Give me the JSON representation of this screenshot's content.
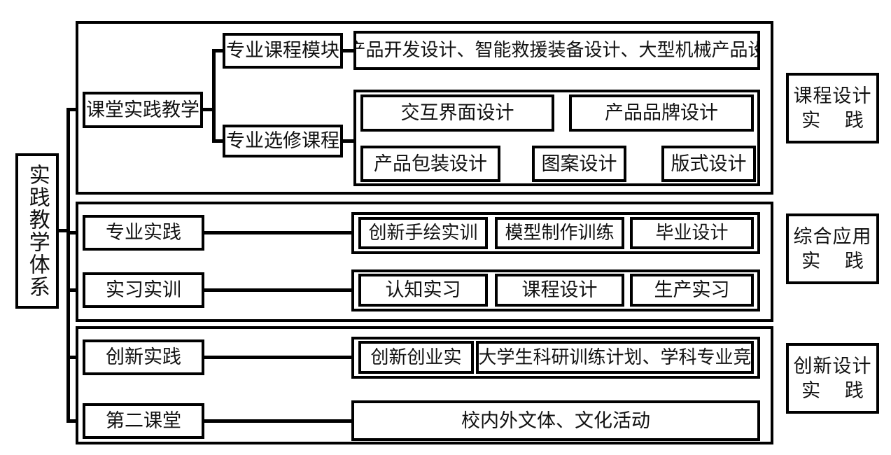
{
  "diagram": {
    "title_root": "实践教学体系",
    "branches": [
      {
        "id": "classroom",
        "label": "课堂实践教学",
        "right_label_line1": "课程设计",
        "right_label_line2": "实 践",
        "subgroups": [
          {
            "id": "major-course-module",
            "label": "专业课程模块",
            "items": [
              "产品开发设计、智能救援装备设计、大型机械产品设"
            ]
          },
          {
            "id": "major-elective-course",
            "label": "专业选修课程",
            "items": [
              "交互界面设计",
              "产品品牌设计",
              "产品包装设计",
              "图案设计",
              "版式设计"
            ]
          }
        ]
      },
      {
        "id": "comprehensive",
        "right_label_line1": "综合应用",
        "right_label_line2": "实 践",
        "rows": [
          {
            "id": "major-practice",
            "label": "专业实践",
            "items": [
              "创新手绘实训",
              "模型制作训练",
              "毕业设计"
            ]
          },
          {
            "id": "internship-training",
            "label": "实习实训",
            "items": [
              "认知实习",
              "课程设计",
              "生产实习"
            ]
          }
        ]
      },
      {
        "id": "innovation",
        "right_label_line1": "创新设计",
        "right_label_line2": "实 践",
        "rows": [
          {
            "id": "innovation-practice",
            "label": "创新实践",
            "items": [
              "创新创业实",
              "大学生科研训练计划、学科专业竞"
            ]
          },
          {
            "id": "second-classroom",
            "label": "第二课堂",
            "items": [
              "校内外文体、文化活动"
            ]
          }
        ]
      }
    ]
  },
  "style": {
    "stroke": "#000000",
    "background": "#ffffff"
  }
}
